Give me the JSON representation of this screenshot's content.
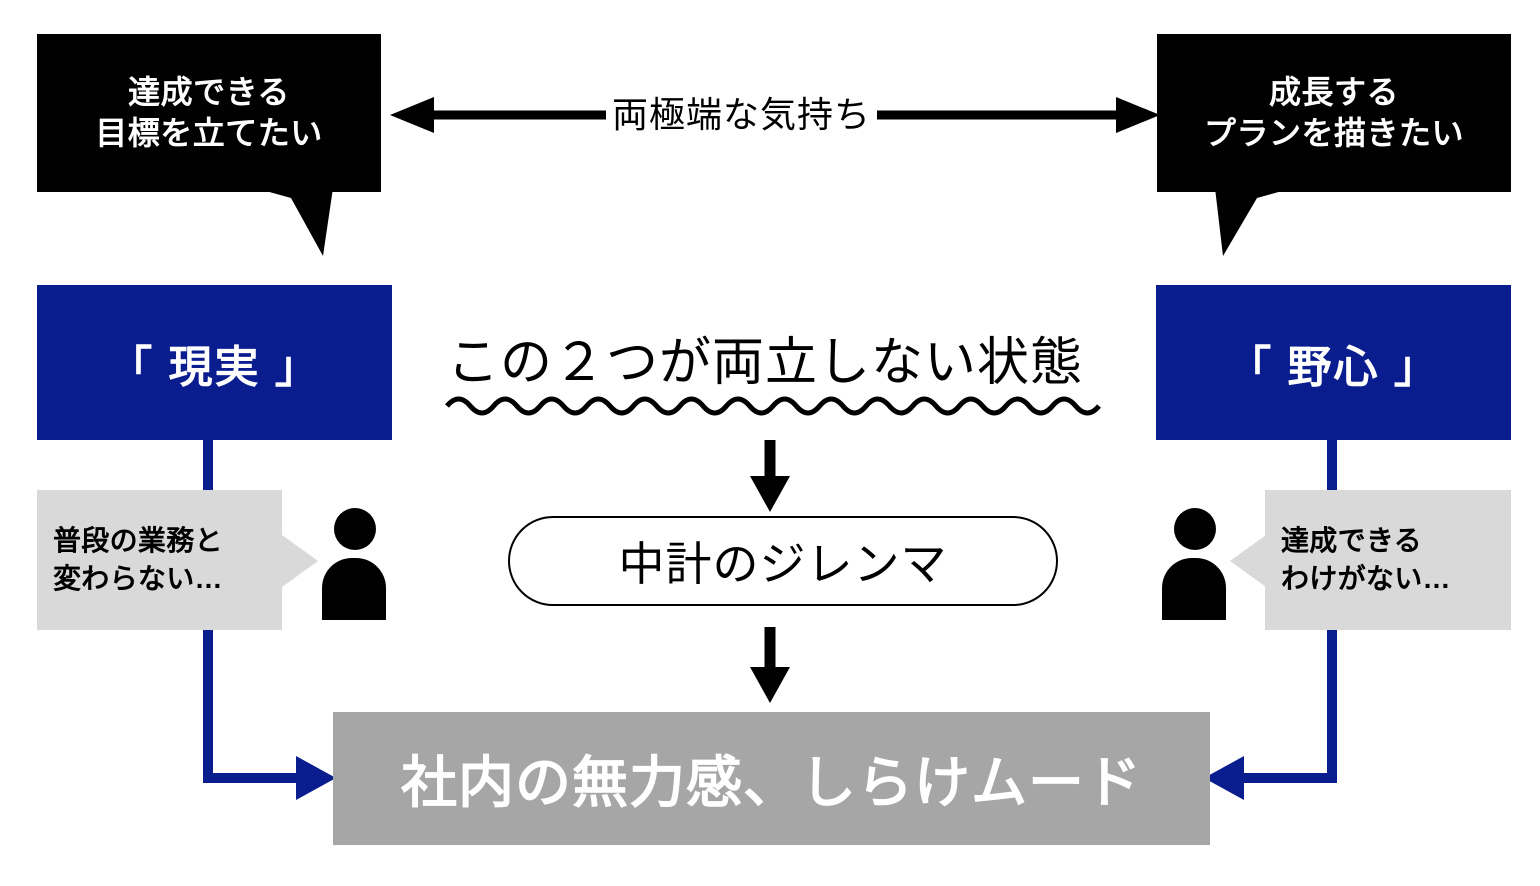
{
  "diagram": {
    "title_concept": "中計のジレンマ",
    "colors": {
      "blue": "#0A1D8F",
      "black": "#000000",
      "gray_callout": "#D9D9D9",
      "gray_bar": "#A6A6A6",
      "white": "#FFFFFF"
    }
  },
  "bubbles": {
    "left": {
      "line1": "達成できる",
      "line2": "目標を立てたい"
    },
    "right": {
      "line1": "成長する",
      "line2": "プランを描きたい"
    }
  },
  "axis": {
    "label": "両極端な気持ち"
  },
  "pillars": {
    "left": {
      "label": "「 現実 」"
    },
    "right": {
      "label": "「 野心 」"
    }
  },
  "center": {
    "statement": "この２つが両立しない状態",
    "dilemma": "中計のジレンマ"
  },
  "callouts": {
    "left": {
      "line1": "普段の業務と",
      "line2": "変わらない…"
    },
    "right": {
      "line1": "達成できる",
      "line2": "わけがない…"
    }
  },
  "outcome": {
    "label": "社内の無力感、しらけムード"
  }
}
